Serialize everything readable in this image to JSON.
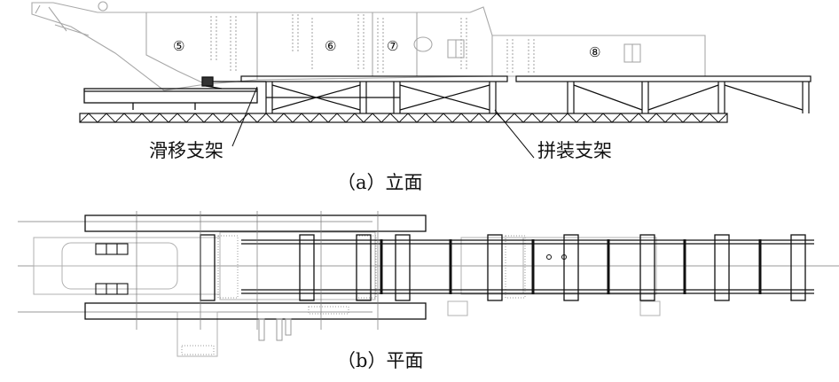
{
  "segments": [
    "⑤",
    "⑥",
    "⑦",
    "⑧"
  ],
  "labels": {
    "slide_support": "滑移支架",
    "assembly_support": "拼装支架"
  },
  "captions": {
    "elevation": "（a）立面",
    "plan": "（b）平面"
  }
}
